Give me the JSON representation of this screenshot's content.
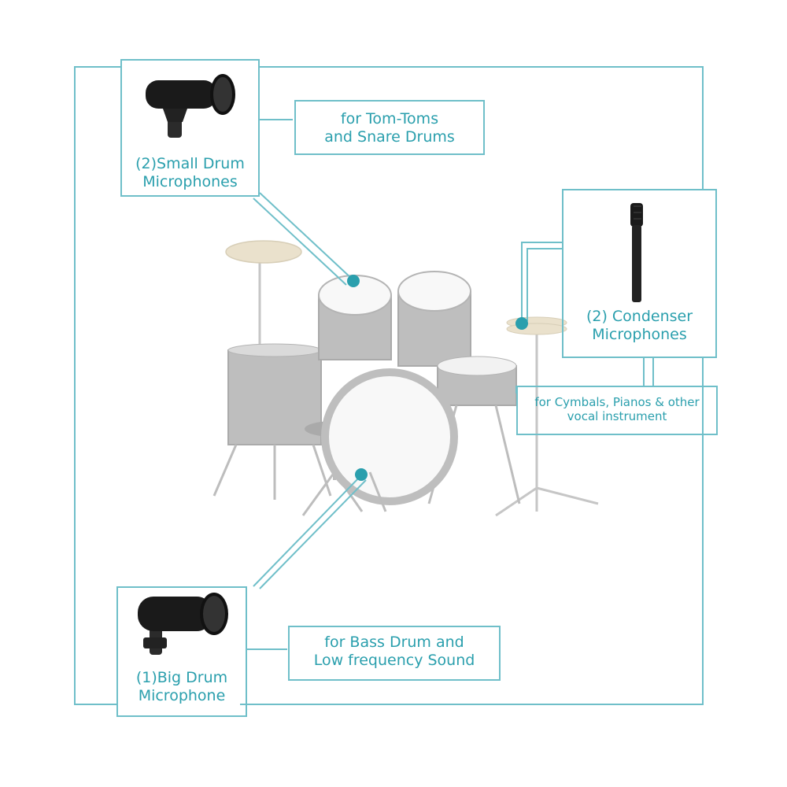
{
  "colors": {
    "accent": "#2a9fad",
    "line": "#6fbfc9",
    "drum_shell": "#8a8a8a",
    "drum_head": "#f4f4f4",
    "mic": "#1a1a1a"
  },
  "labels": {
    "small_mic_line1": "(2)Small Drum",
    "small_mic_line2": "Microphones",
    "tom_use_line1": "for Tom-Toms",
    "tom_use_line2": "and Snare Drums",
    "condenser_line1": "(2) Condenser",
    "condenser_line2": "Microphones",
    "cymbal_use_line1": "for Cymbals, Pianos & other",
    "cymbal_use_line2": "vocal instrument",
    "big_mic_line1": "(1)Big Drum",
    "big_mic_line2": "Microphone",
    "bass_use_line1": "for Bass Drum and",
    "bass_use_line2": "Low frequency Sound"
  },
  "icons": {
    "small_mic": "dynamic-drum-mic-icon",
    "condenser_mic": "pencil-condenser-mic-icon",
    "big_mic": "kick-drum-mic-icon",
    "drum_kit": "drum-kit-illustration"
  }
}
